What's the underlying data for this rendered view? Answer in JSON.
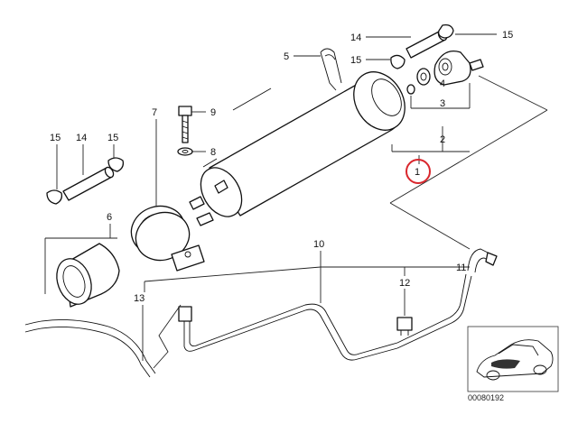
{
  "callouts": [
    {
      "id": "c1",
      "label": "1"
    },
    {
      "id": "c2",
      "label": "2"
    },
    {
      "id": "c3",
      "label": "3"
    },
    {
      "id": "c4",
      "label": "4"
    },
    {
      "id": "c5",
      "label": "5"
    },
    {
      "id": "c6",
      "label": "6"
    },
    {
      "id": "c7",
      "label": "7"
    },
    {
      "id": "c8",
      "label": "8"
    },
    {
      "id": "c9",
      "label": "9"
    },
    {
      "id": "c10",
      "label": "10"
    },
    {
      "id": "c11",
      "label": "11"
    },
    {
      "id": "c12",
      "label": "12"
    },
    {
      "id": "c13",
      "label": "13"
    },
    {
      "id": "c14a",
      "label": "14"
    },
    {
      "id": "c14b",
      "label": "14"
    },
    {
      "id": "c15a",
      "label": "15"
    },
    {
      "id": "c15b",
      "label": "15"
    },
    {
      "id": "c15c",
      "label": "15"
    },
    {
      "id": "c15d",
      "label": "15"
    }
  ],
  "highlighted_callout": "1",
  "highlight_color": "#d9262c",
  "line_color": "#111111",
  "reference_code": "00080192",
  "icons": [
    "fuel-filter",
    "pressure-regulator",
    "o-ring",
    "hose",
    "hose-clamp",
    "bolt",
    "washer",
    "rubber-sleeve",
    "mounting-bracket",
    "fuel-line",
    "connector",
    "vehicle-locator"
  ]
}
